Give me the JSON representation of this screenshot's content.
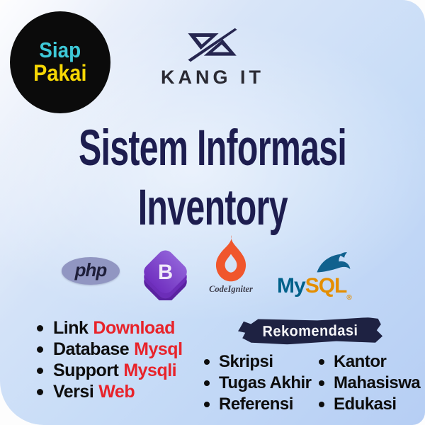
{
  "ribbon": {
    "line1": "Siap",
    "line2": "Pakai"
  },
  "brand": {
    "name": "KANG IT"
  },
  "title": {
    "line1": "Sistem Informasi",
    "line2": "Inventory"
  },
  "tech_logos": {
    "php_label": "php",
    "bootstrap_label": "B",
    "codeigniter_label": "CodeIgniter",
    "mysql_my": "My",
    "mysql_sql": "SQL",
    "mysql_reg": "®"
  },
  "features": [
    {
      "label": "Link",
      "highlight": "Download"
    },
    {
      "label": "Database",
      "highlight": "Mysql"
    },
    {
      "label": "Support",
      "highlight": "Mysqli"
    },
    {
      "label": "Versi",
      "highlight": "Web"
    }
  ],
  "recommendation": {
    "title": "Rekomendasi",
    "col1": [
      "Skripsi",
      "Tugas Akhir",
      "Referensi"
    ],
    "col2": [
      "Kantor",
      "Mahasiswa",
      "Edukasi"
    ]
  },
  "colors": {
    "ribbon_cyan": "#3ec9d8",
    "ribbon_yellow": "#f6d704",
    "title_navy": "#1d1d4f",
    "accent_red": "#e8232a",
    "badge_navy": "#1e2242",
    "php_purple": "#9196c2",
    "bootstrap_purple": "#7b3fc9",
    "codeigniter_orange": "#f0562c",
    "mysql_blue": "#00618a",
    "mysql_orange": "#e48e00",
    "panel_blue": "#b6cef4"
  }
}
